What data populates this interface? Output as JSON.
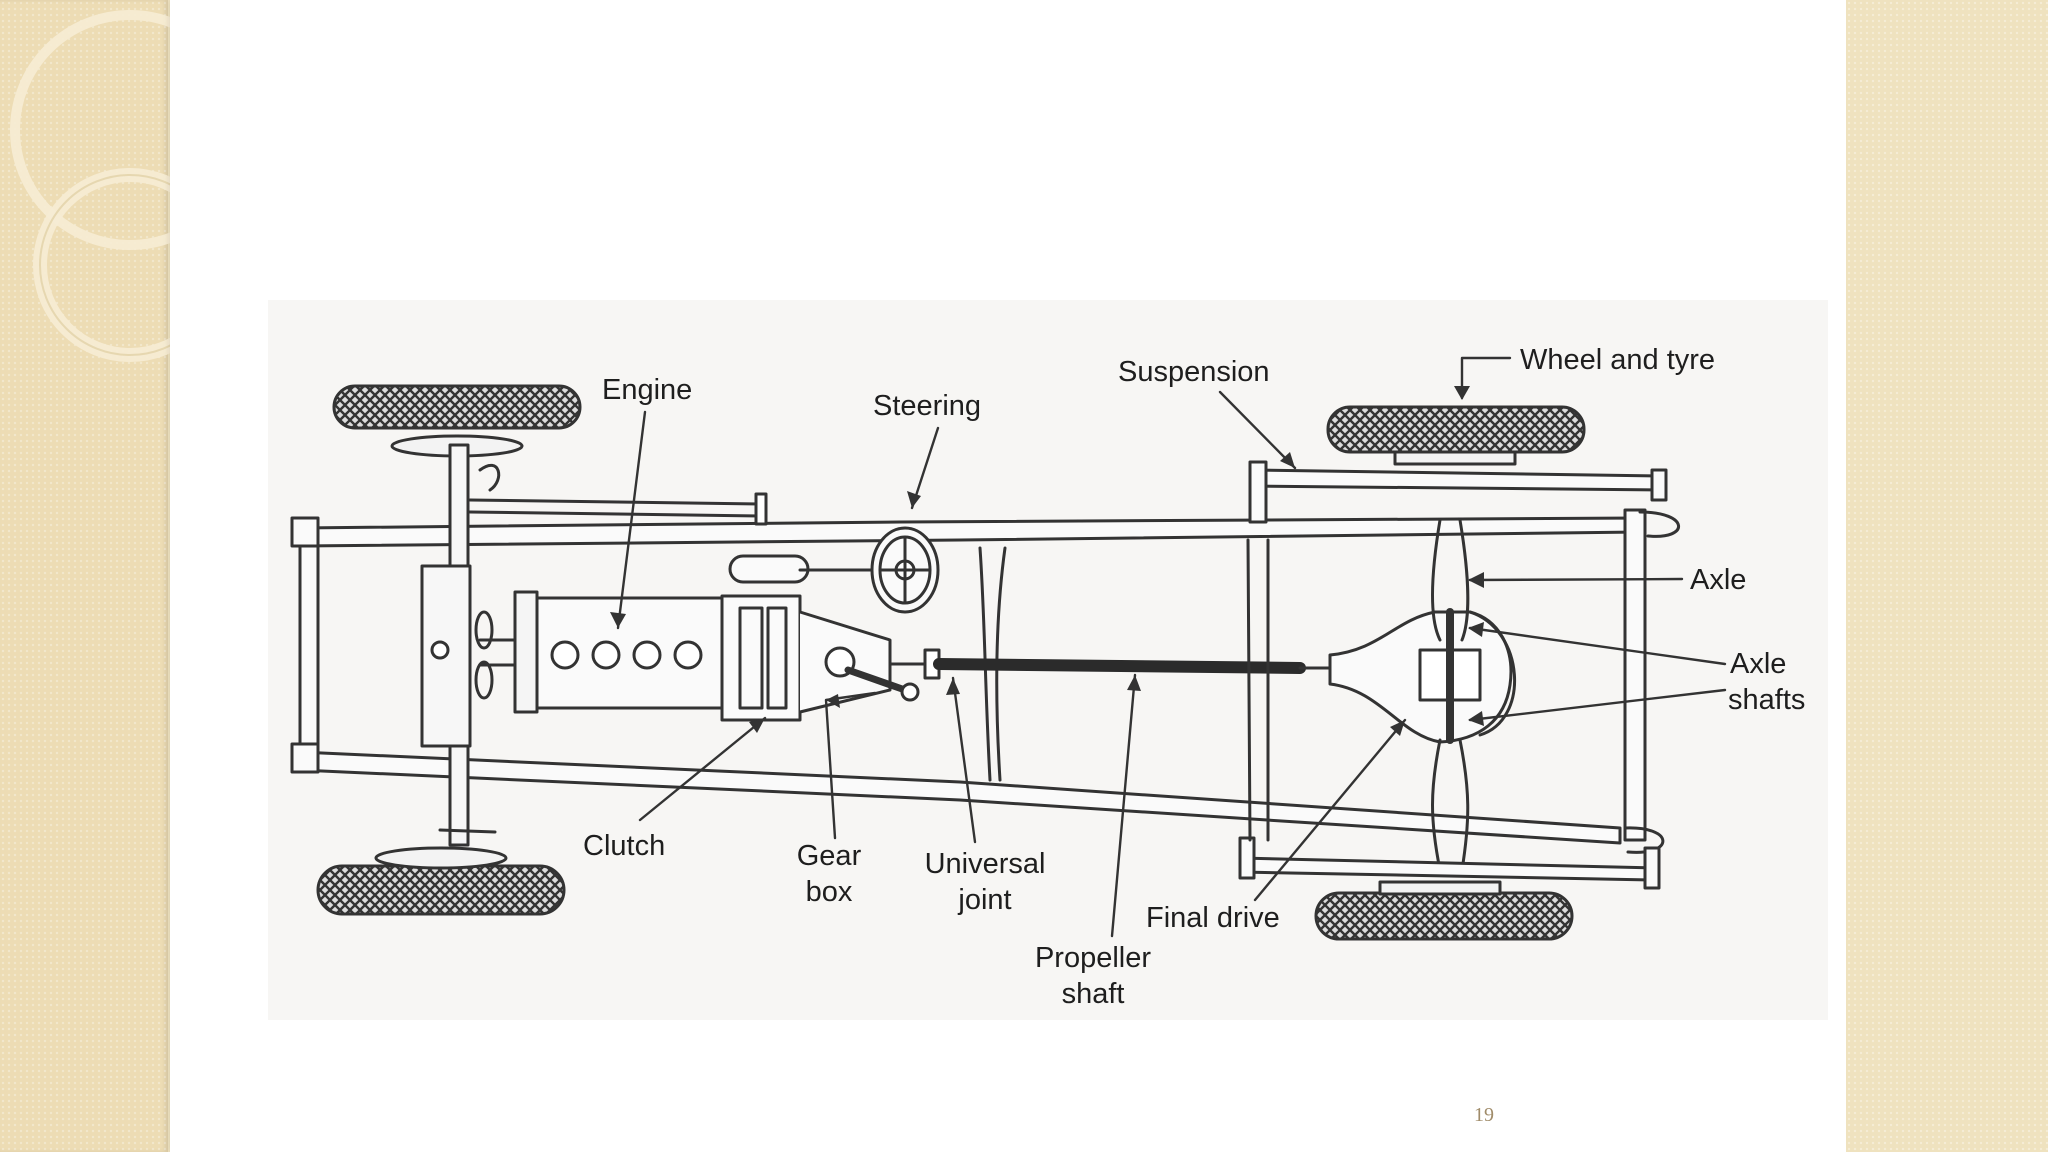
{
  "labels": {
    "engine": "Engine",
    "steering": "Steering",
    "suspension": "Suspension",
    "wheel_and_tyre": "Wheel and tyre",
    "axle": "Axle",
    "axle_shafts_1": "Axle",
    "axle_shafts_2": "shafts",
    "clutch": "Clutch",
    "gear_box_1": "Gear",
    "gear_box_2": "box",
    "universal_joint_1": "Universal",
    "universal_joint_2": "joint",
    "propeller_shaft_1": "Propeller",
    "propeller_shaft_2": "shaft",
    "final_drive": "Final drive"
  },
  "page_number": "19",
  "colors": {
    "background": "#efe2bf",
    "slide": "#ffffff",
    "line": "#333333",
    "page_number": "#a08c6a"
  }
}
